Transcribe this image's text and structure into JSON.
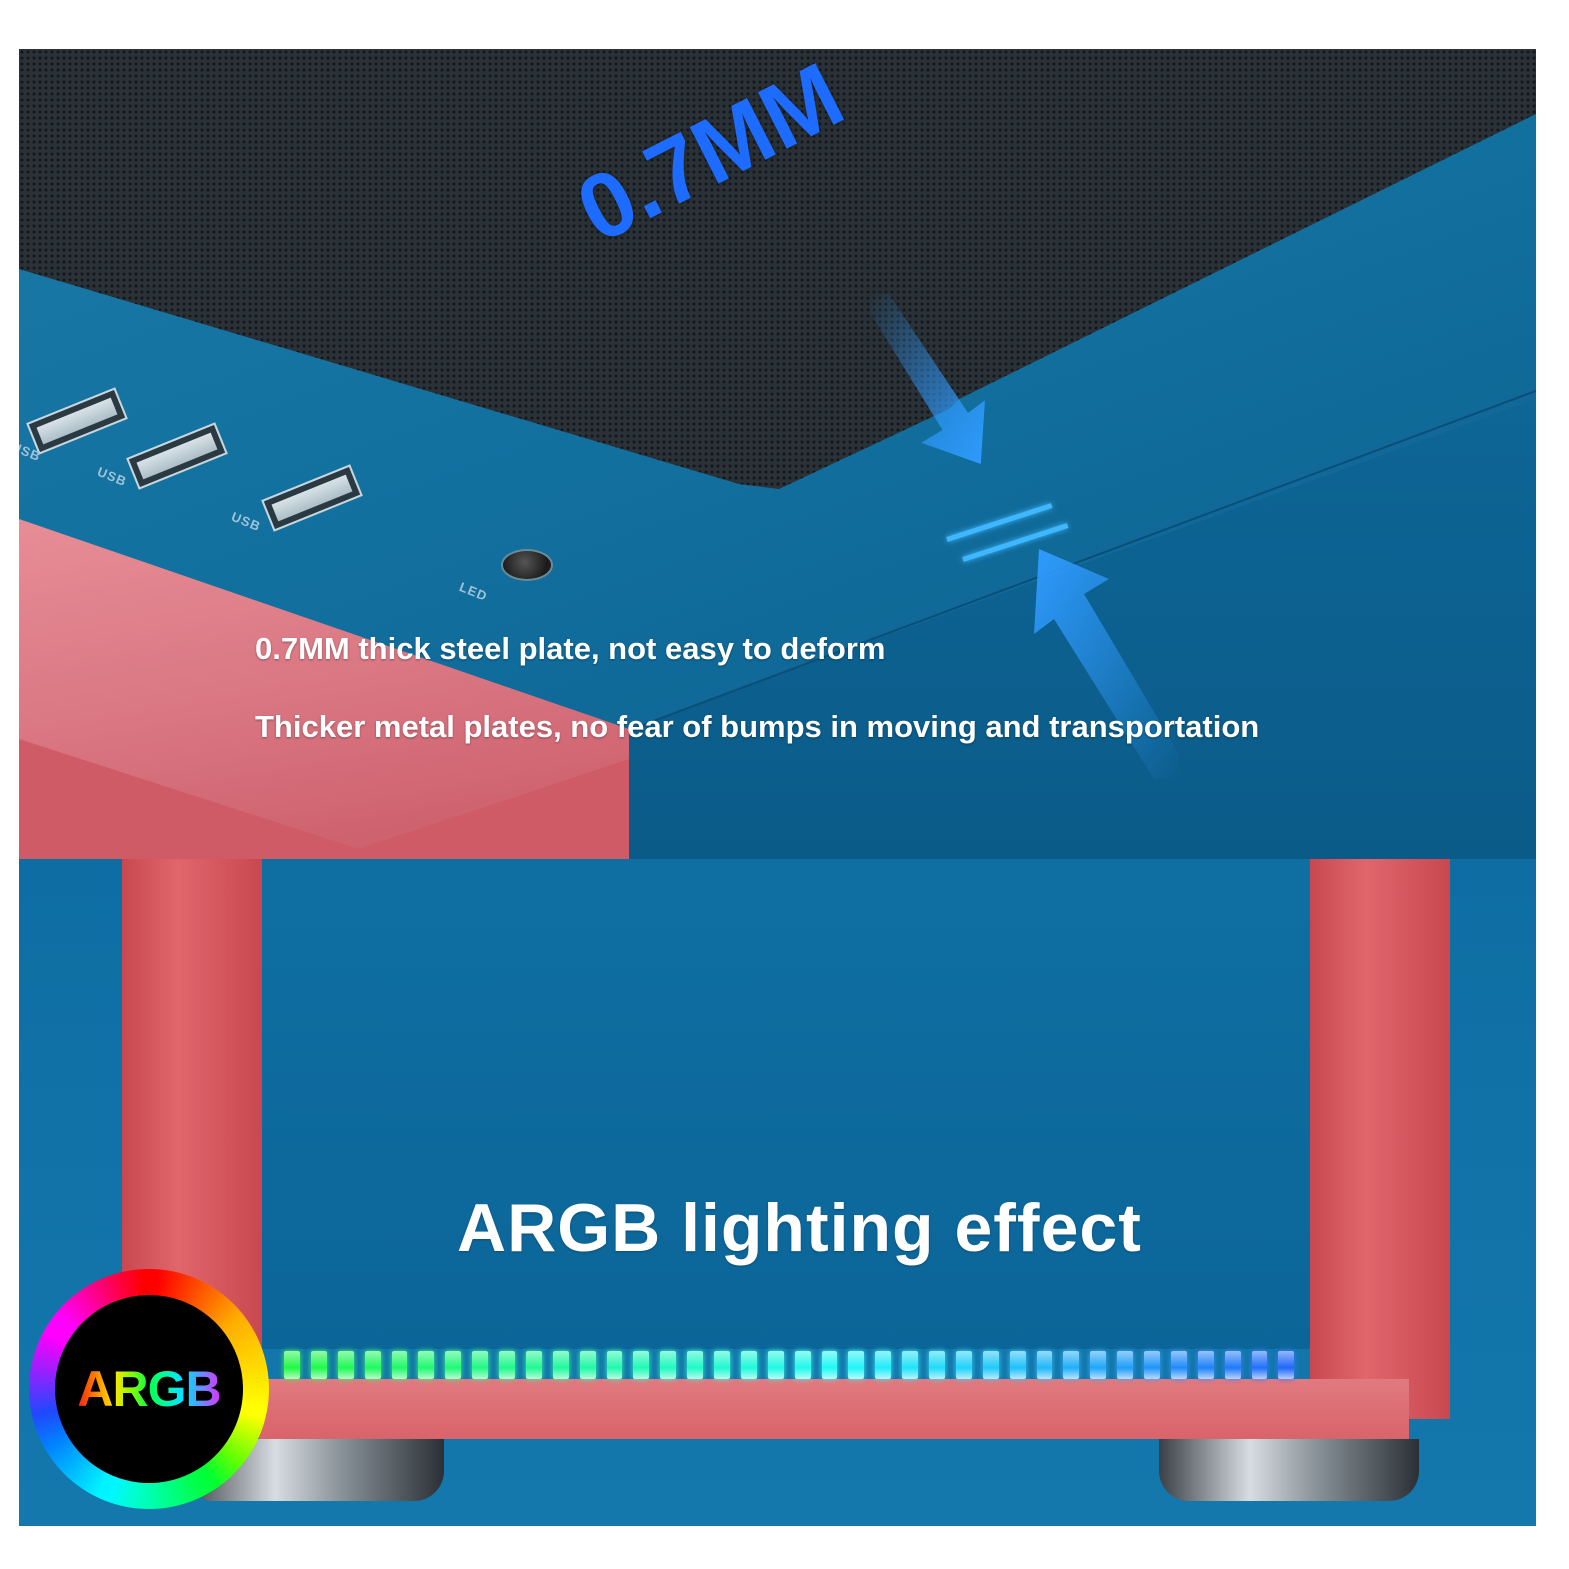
{
  "top": {
    "headline": "0.7MM",
    "caption_1": "0.7MM thick steel plate, not easy to deform",
    "caption_2": "Thicker metal plates, no fear of bumps in moving and transportation",
    "usb_labels": [
      "USB",
      "USB",
      "USB"
    ],
    "led_label": "LED"
  },
  "bottom": {
    "title": "ARGB lighting effect",
    "badge_text": "ARGB"
  },
  "colors": {
    "case_blue": "#0f6f9f",
    "frame_red": "#d9636a",
    "headline_blue": "#1e6cff",
    "arrow_blue": "#2f9bff"
  },
  "icons": [
    "arrow-down-right-icon",
    "arrow-up-left-icon",
    "usb-port-icon",
    "led-button-icon",
    "argb-ring-icon"
  ]
}
